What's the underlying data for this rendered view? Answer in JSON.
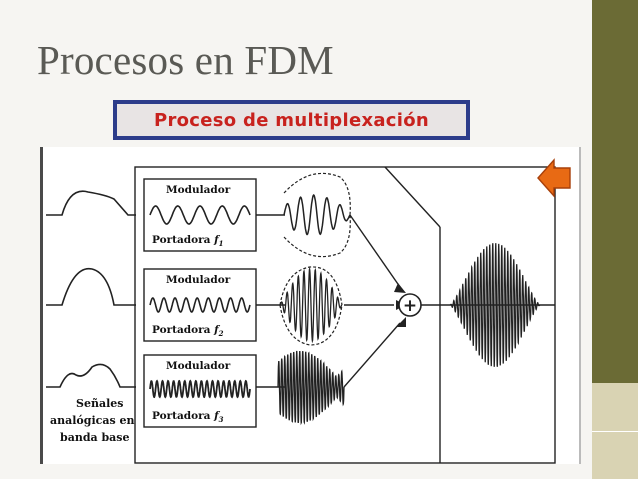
{
  "slide": {
    "title": "Procesos en FDM"
  },
  "diagram": {
    "heading": "Proceso de multiplexación",
    "channels": [
      {
        "modulator_label": "Modulador",
        "carrier_label": "Portadora",
        "carrier_symbol": "f",
        "carrier_subscript": "1"
      },
      {
        "modulator_label": "Modulador",
        "carrier_label": "Portadora",
        "carrier_symbol": "f",
        "carrier_subscript": "2"
      },
      {
        "modulator_label": "Modulador",
        "carrier_label": "Portadora",
        "carrier_symbol": "f",
        "carrier_subscript": "3"
      }
    ],
    "summer_symbol": "+",
    "baseband_caption": [
      "Señales",
      "analógicas en",
      "banda base"
    ]
  },
  "colors": {
    "title_text": "#5a5a55",
    "heading_border": "#2c3c8a",
    "heading_text": "#c8221e",
    "side_bar_dark": "#6b6b35",
    "side_bar_light": "#d9d3b3",
    "nav_arrow": "#e86a14"
  },
  "icons": {
    "nav_arrow": "left-arrow-icon",
    "summer": "plus-circle-icon"
  }
}
